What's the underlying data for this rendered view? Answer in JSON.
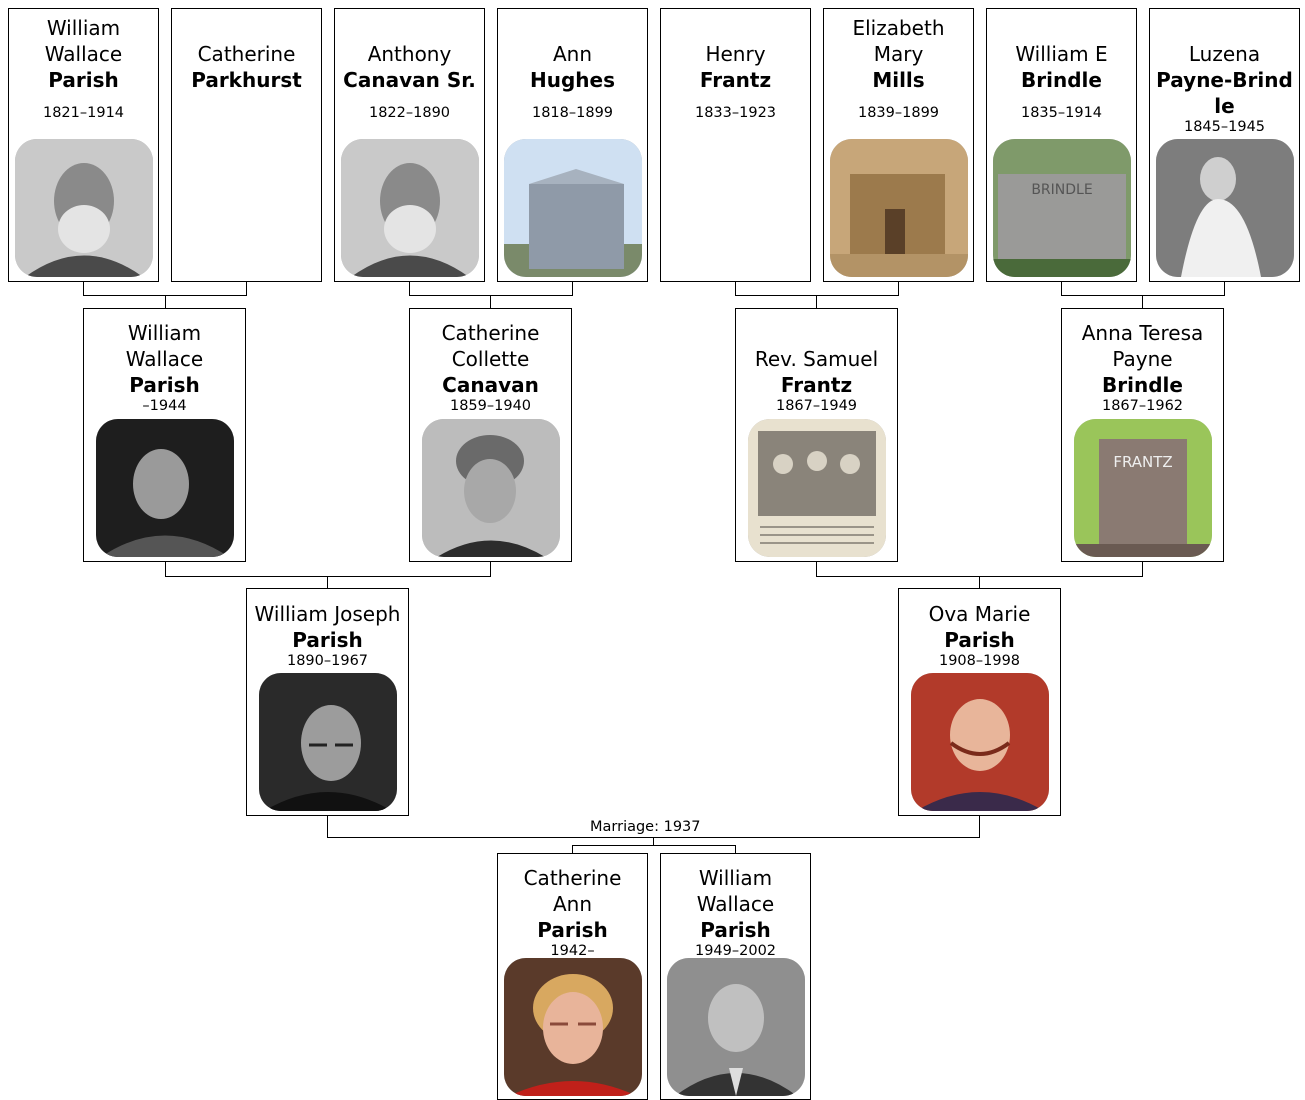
{
  "people": {
    "p1": {
      "first": [
        "William",
        "Wallace"
      ],
      "last": "Parish",
      "dates": "1821–1914",
      "photo": "portrait-bw-bearded"
    },
    "p2": {
      "first": [
        "Catherine"
      ],
      "last": "Parkhurst",
      "dates": "",
      "photo": ""
    },
    "p3": {
      "first": [
        "Anthony"
      ],
      "last": "Canavan Sr.",
      "dates": "1822–1890",
      "photo": "portrait-bw-bearded"
    },
    "p4": {
      "first": [
        "Ann"
      ],
      "last": "Hughes",
      "dates": "1818–1899",
      "photo": "gravestone-sky"
    },
    "p5": {
      "first": [
        "Henry"
      ],
      "last": "Frantz",
      "dates": "1833–1923",
      "photo": ""
    },
    "p6": {
      "first": [
        "Elizabeth",
        "Mary"
      ],
      "last": "Mills",
      "dates": "1839–1899",
      "photo": "sepia-house"
    },
    "p7": {
      "first": [
        "William E"
      ],
      "last": "Brindle",
      "dates": "1835–1914",
      "photo": "gravestone-brindle"
    },
    "p8": {
      "first": [
        "Luzena"
      ],
      "last": "Payne-Brindle",
      "lastLines": [
        "Payne-Brind",
        "le"
      ],
      "dates": "1845–1945",
      "photo": "portrait-bw-elderly"
    },
    "p9": {
      "first": [
        "William",
        "Wallace"
      ],
      "last": "Parish",
      "dates": "–1944",
      "photo": "portrait-bw-man"
    },
    "p10": {
      "first": [
        "Catherine",
        "Collette"
      ],
      "last": "Canavan",
      "dates": "1859–1940",
      "photo": "portrait-bw-woman"
    },
    "p11": {
      "first": [
        "Rev. Samuel"
      ],
      "last": "Frantz",
      "dates": "1867–1949",
      "photo": "newspaper-group"
    },
    "p12": {
      "first": [
        "Anna Teresa",
        "Payne"
      ],
      "last": "Brindle",
      "dates": "1867–1962",
      "photo": "gravestone-frantz"
    },
    "p13": {
      "first": [
        "William Joseph"
      ],
      "last": "Parish",
      "dates": "1890–1967",
      "photo": "portrait-bw-glasses"
    },
    "p14": {
      "first": [
        "Ova Marie"
      ],
      "last": "Parish",
      "dates": "1908–1998",
      "photo": "portrait-color-woman"
    },
    "p15": {
      "first": [
        "Catherine",
        "Ann"
      ],
      "last": "Parish",
      "dates": "1942–",
      "photo": "portrait-color-glasses"
    },
    "p16": {
      "first": [
        "William",
        "Wallace"
      ],
      "last": "Parish",
      "dates": "1949–2002",
      "photo": "portrait-bw-suit"
    }
  },
  "marriage": {
    "label": "Marriage: 1937"
  },
  "colors": {
    "border": "#000000",
    "background": "#ffffff"
  }
}
